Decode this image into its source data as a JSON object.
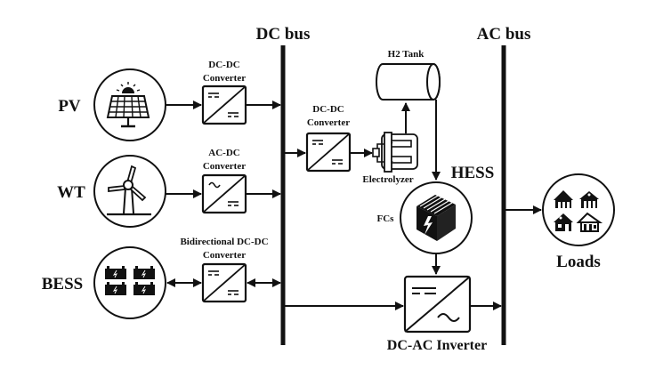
{
  "buses": {
    "dc": {
      "label": "DC bus"
    },
    "ac": {
      "label": "AC bus"
    }
  },
  "sources": {
    "pv": {
      "label": "PV",
      "icon": "solar-panel-icon"
    },
    "wt": {
      "label": "WT",
      "icon": "wind-turbine-icon"
    },
    "bess": {
      "label": "BESS",
      "icon": "battery-bank-icon"
    }
  },
  "converters": {
    "pv_dcdc": {
      "line1": "DC-DC",
      "line2": "Converter",
      "input_symbol": "dc",
      "output_symbol": "dc"
    },
    "wt_acdc": {
      "line1": "AC-DC",
      "line2": "Converter",
      "input_symbol": "ac",
      "output_symbol": "dc"
    },
    "bess_bidir": {
      "line1": "Bidirectional DC-DC",
      "line2": "Converter",
      "input_symbol": "dc",
      "output_symbol": "dc"
    },
    "elec_dcdc": {
      "line1": "DC-DC",
      "line2": "Converter",
      "input_symbol": "dc",
      "output_symbol": "dc"
    },
    "inverter": {
      "label": "DC-AC Inverter",
      "input_symbol": "dc",
      "output_symbol": "ac"
    }
  },
  "hess": {
    "label": "HESS",
    "h2_tank": {
      "label": "H2 Tank"
    },
    "electrolyzer": {
      "label": "Electrolyzer"
    },
    "fuel_cells": {
      "label": "FCs",
      "icon": "fuel-cell-icon"
    }
  },
  "loads": {
    "label": "Loads",
    "icon": "houses-icon"
  },
  "colors": {
    "stroke": "#111111",
    "background": "#ffffff"
  }
}
